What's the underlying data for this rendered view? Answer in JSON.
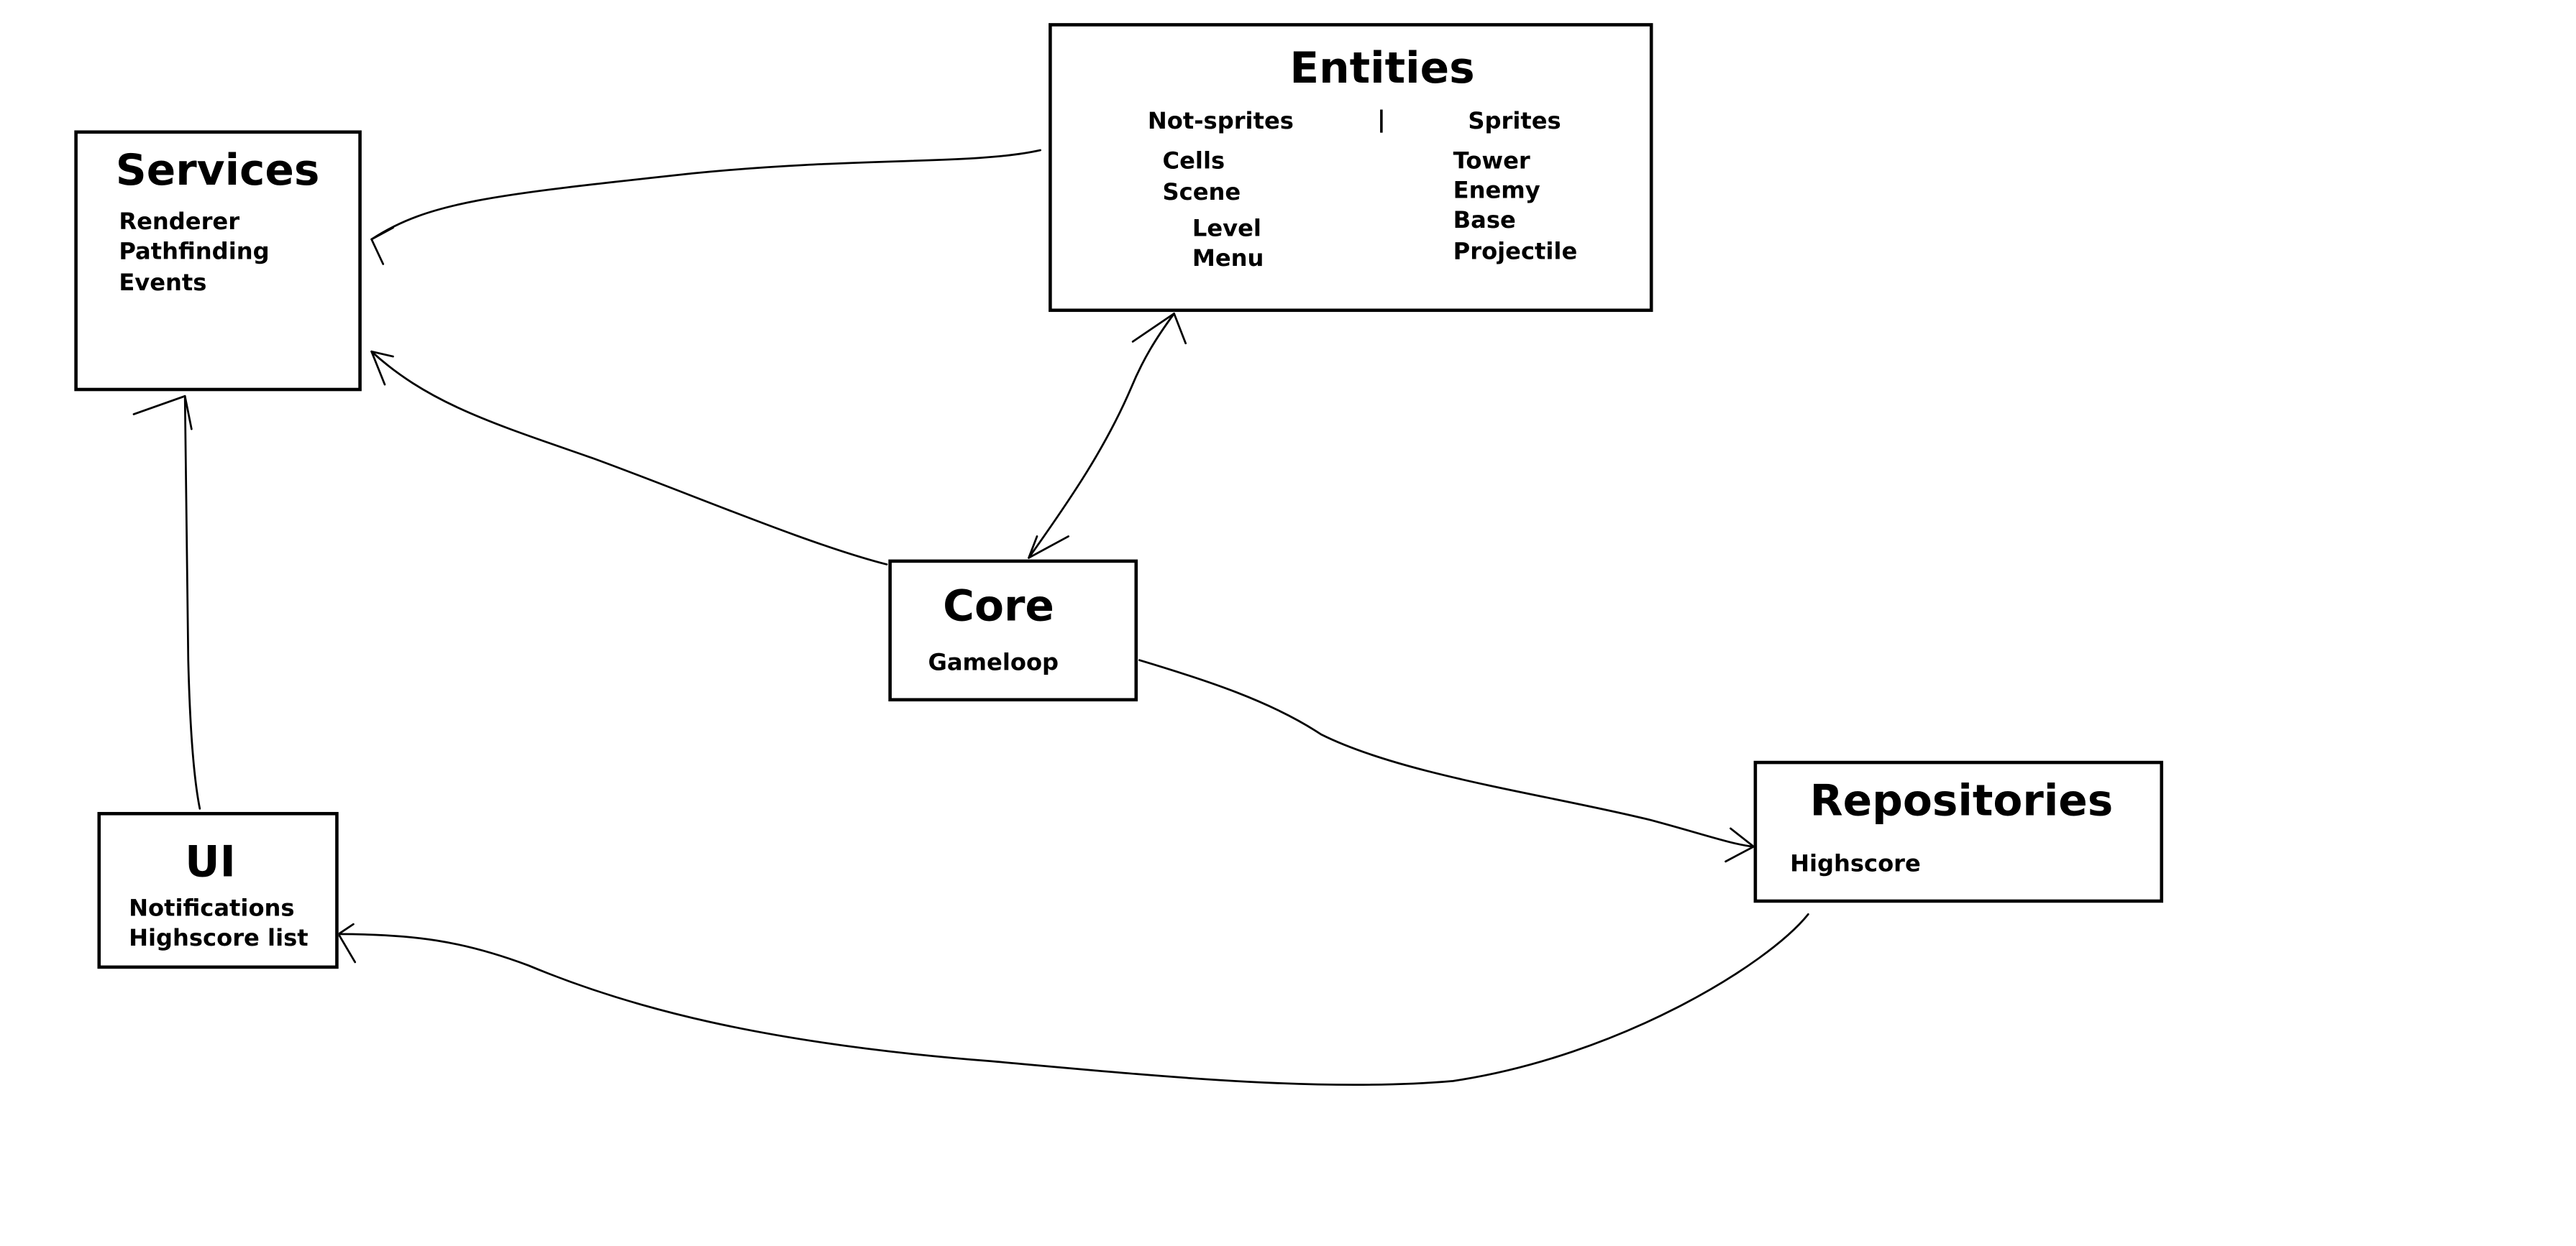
{
  "modules": {
    "entities": {
      "title": "Entities",
      "left_header": "Not-sprites",
      "separator": "|",
      "right_header": "Sprites",
      "not_sprites": [
        "Cells",
        "Scene",
        "Level",
        "Menu"
      ],
      "sprites": [
        "Tower",
        "Enemy",
        "Base",
        "Projectile"
      ]
    },
    "services": {
      "title": "Services",
      "items": [
        "Renderer",
        "Pathfinding",
        "Events"
      ]
    },
    "core": {
      "title": "Core",
      "items": [
        "Gameloop"
      ]
    },
    "repositories": {
      "title": "Repositories",
      "items": [
        "Highscore"
      ]
    },
    "ui": {
      "title": "UI",
      "items": [
        "Notifications",
        "Highscore list"
      ]
    }
  },
  "arrows": [
    {
      "from": "entities",
      "to": "services"
    },
    {
      "from": "core",
      "to": "services"
    },
    {
      "from": "ui",
      "to": "services"
    },
    {
      "from": "core",
      "to": "entities",
      "bidirectional": true
    },
    {
      "from": "core",
      "to": "repositories"
    },
    {
      "from": "repositories",
      "to": "ui"
    }
  ],
  "colors": {
    "stroke": "#000000",
    "background": "#ffffff"
  }
}
